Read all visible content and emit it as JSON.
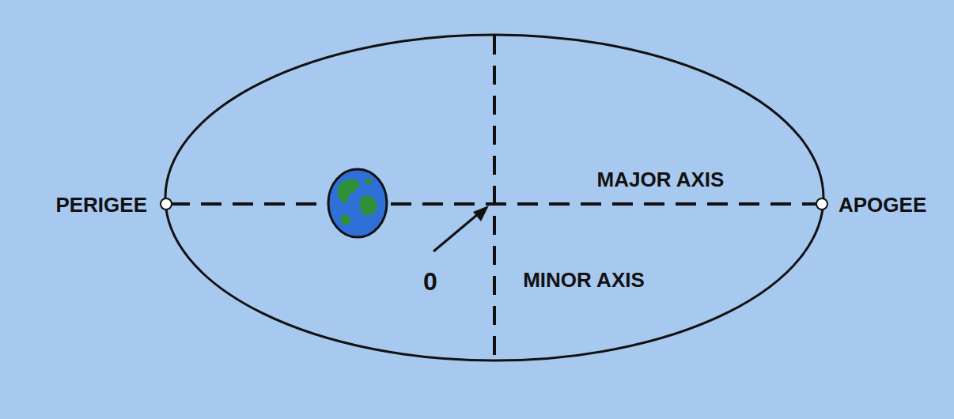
{
  "diagram": {
    "labels": [
      "PERIGEE",
      "MAJOR AXIS",
      "APOGEE",
      "0",
      "MINOR AXIS"
    ]
  }
}
